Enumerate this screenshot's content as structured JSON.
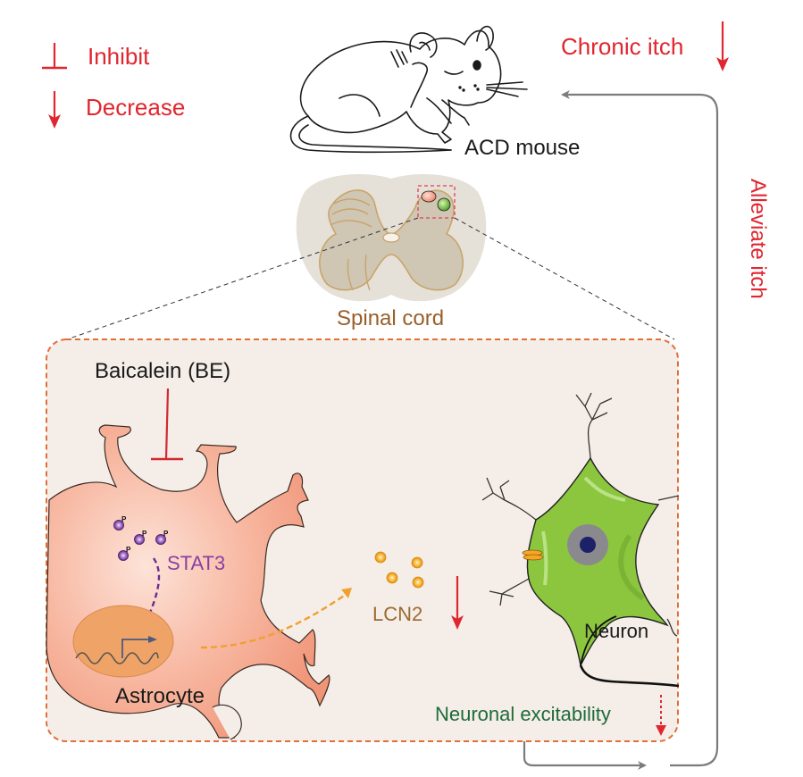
{
  "legend": {
    "inhibit_label": "Inhibit",
    "decrease_label": "Decrease"
  },
  "top": {
    "chronic_itch_label": "Chronic itch",
    "mouse_label": "ACD mouse",
    "alleviate_label": "Alleviate itch"
  },
  "spinal": {
    "label": "Spinal cord"
  },
  "inset": {
    "drug_label": "Baicalein (BE)",
    "stat3_label": "STAT3",
    "phospho_label": "P",
    "astrocyte_label": "Astrocyte",
    "lcn2_label": "LCN2",
    "neuron_label": "Neuron",
    "excitability_label": "Neuronal excitability"
  },
  "colors": {
    "red": "#e0262f",
    "gray_arrow": "#7b7b7b",
    "inset_bg": "#f5eee8",
    "inset_border": "#e0703a",
    "spinal_bg": "#e5e1d8",
    "spinal_gray": "#cfc6b4",
    "spinal_line": "#c9a46a",
    "spinal_text": "#9a5f2a",
    "astro_fill": "#f4a58a",
    "nucleus": "#f0a366",
    "stat3": "#8a3fa0",
    "lcn2_text": "#9a6a30",
    "lcn2_dot": "#f5b23a",
    "neuron_green": "#8cc63f",
    "neuron_text": "#1f6b3a"
  }
}
